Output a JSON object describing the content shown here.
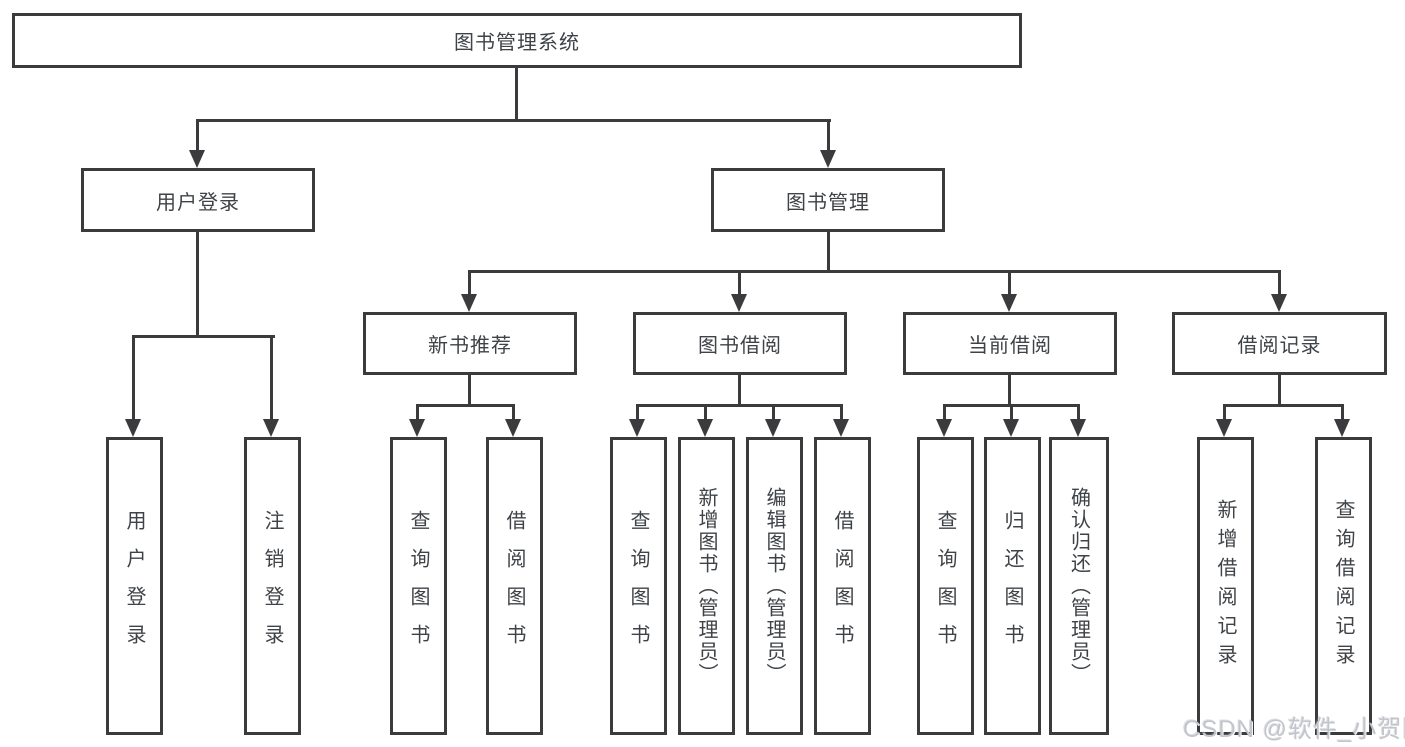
{
  "diagram": {
    "root": {
      "label": "图书管理系统"
    },
    "level2": [
      {
        "label": "用户登录"
      },
      {
        "label": "图书管理"
      }
    ],
    "level3": [
      {
        "label": "新书推荐"
      },
      {
        "label": "图书借阅"
      },
      {
        "label": "当前借阅"
      },
      {
        "label": "借阅记录"
      }
    ],
    "leaves": [
      {
        "label": "用户登录"
      },
      {
        "label": "注销登录"
      },
      {
        "label": "查询图书"
      },
      {
        "label": "借阅图书"
      },
      {
        "label": "查询图书"
      },
      {
        "label": "新增图书（管理员）"
      },
      {
        "label": "编辑图书（管理员）"
      },
      {
        "label": "借阅图书"
      },
      {
        "label": "查询图书"
      },
      {
        "label": "归还图书"
      },
      {
        "label": "确认归还（管理员）"
      },
      {
        "label": "新增借阅记录"
      },
      {
        "label": "查询借阅记录"
      }
    ]
  },
  "watermark": {
    "text": "CSDN @软件_小贺同学"
  },
  "colors": {
    "line": "#3b3b3d",
    "text": "#3f4347",
    "background": "#ffffff",
    "watermark": "#c2c6cc"
  }
}
